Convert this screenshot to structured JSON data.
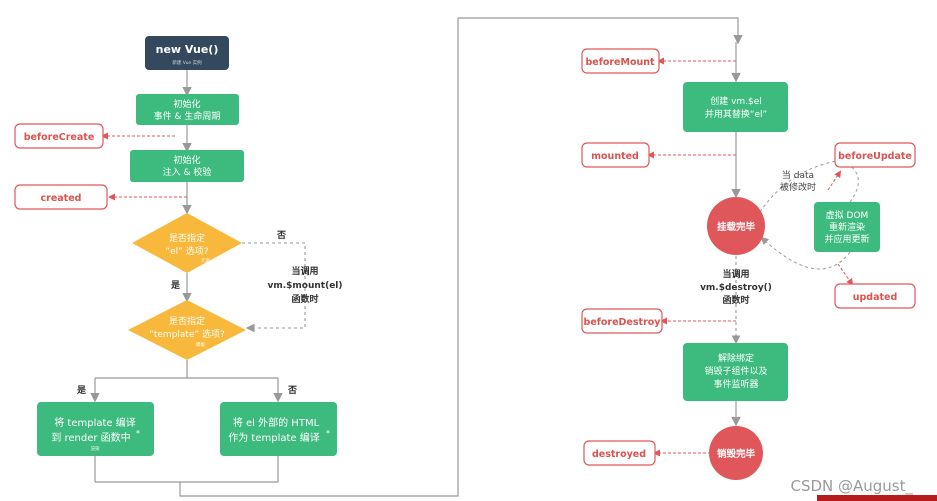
{
  "start": {
    "title": "new Vue()",
    "sub": "新建 Vue 实例"
  },
  "init_events": {
    "line1": "初始化",
    "line2": "事件 & 生命周期"
  },
  "init_inject": {
    "line1": "初始化",
    "line2": "注入 & 校验"
  },
  "hooks": {
    "beforeCreate": "beforeCreate",
    "created": "created",
    "beforeMount": "beforeMount",
    "mounted": "mounted",
    "beforeUpdate": "beforeUpdate",
    "updated": "updated",
    "beforeDestroy": "beforeDestroy",
    "destroyed": "destroyed"
  },
  "decision_el": {
    "line1": "是否指定",
    "line2": "“el” 选项?",
    "tiny": "元素"
  },
  "decision_template": {
    "line1": "是否指定",
    "line2": "“template” 选项?",
    "tiny": "模板"
  },
  "labels": {
    "no_el": "否",
    "yes_el": "是",
    "yes_tpl": "是",
    "no_tpl": "否",
    "mount_call_1": "当调用",
    "mount_call_2": "vm.$mount(el)",
    "mount_call_3": "函数时",
    "data_change_1": "当 data",
    "data_change_2": "被修改时",
    "destroy_call_1": "当调用",
    "destroy_call_2": "vm.$destroy()",
    "destroy_call_3": "函数时"
  },
  "compile_template": {
    "line1": "将 template 编译",
    "line2": "到 render 函数中",
    "star": "*",
    "tiny": "渲染"
  },
  "compile_outer": {
    "line1": "将 el 外部的 HTML",
    "line2": "作为 template 编译",
    "star": "*"
  },
  "create_el": {
    "line1": "创建 vm.$el",
    "line2": "并用其替换“el”"
  },
  "mounted_circle": "挂载完毕",
  "rerender": {
    "line1": "虚拟 DOM",
    "line2": "重新渲染",
    "line3": "并应用更新"
  },
  "teardown": {
    "line1": "解除绑定",
    "line2": "销毁子组件以及",
    "line3": "事件监听器"
  },
  "destroyed_circle": "销毁完毕",
  "watermark": "CSDN @August_",
  "colors": {
    "green": "#3dba7e",
    "orange": "#f8b83b",
    "red": "#e0575b",
    "navy": "#34495e",
    "hook_border": "#e0575b",
    "line": "#999999"
  }
}
